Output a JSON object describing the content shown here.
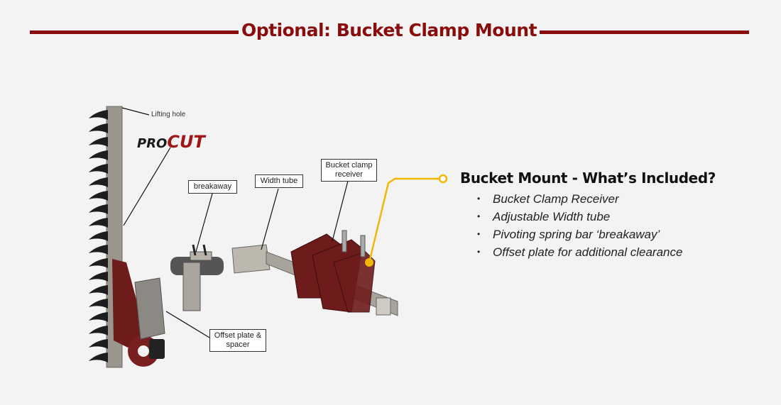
{
  "header": {
    "title": "Optional: Bucket Clamp Mount"
  },
  "diagram": {
    "logo": "PROCUT",
    "labels": {
      "lifting_hole": "Lifting hole",
      "breakaway": "breakaway",
      "width_tube": "Width tube",
      "bucket_clamp_receiver": "Bucket clamp receiver",
      "offset_plate": "Offset plate & spacer"
    }
  },
  "included": {
    "title": "Bucket Mount - What’s Included?",
    "items": [
      "Bucket Clamp Receiver",
      "Adjustable Width tube",
      "Pivoting spring bar ‘breakaway’",
      "Offset plate for additional clearance"
    ]
  },
  "colors": {
    "accent": "#8a0d0d",
    "callout": "#f2b705"
  }
}
